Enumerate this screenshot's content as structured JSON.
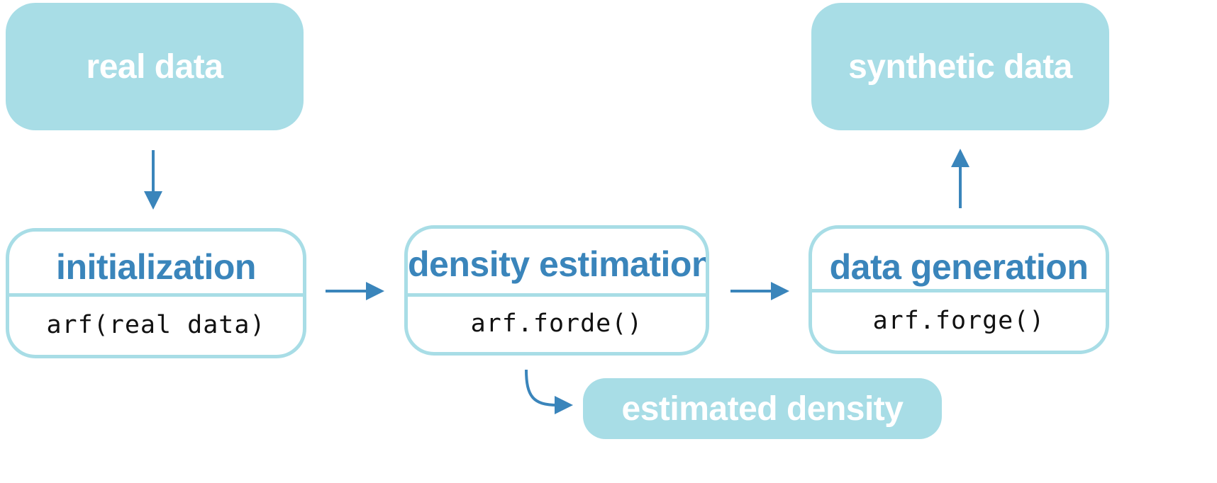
{
  "colors": {
    "box_fill": "#a8dde6",
    "box_border": "#a8dde6",
    "title_text": "#3a85bb",
    "arrow": "#3a85bb"
  },
  "nodes": {
    "real_data": {
      "label": "real data"
    },
    "synthetic_data": {
      "label": "synthetic data"
    },
    "estimated_density": {
      "label": "estimated density"
    },
    "initialization": {
      "title": "initialization",
      "code": "arf(real data)"
    },
    "density_estimation": {
      "title": "density estimation",
      "code": "arf.forde()"
    },
    "data_generation": {
      "title": "data generation",
      "code": "arf.forge()"
    }
  }
}
